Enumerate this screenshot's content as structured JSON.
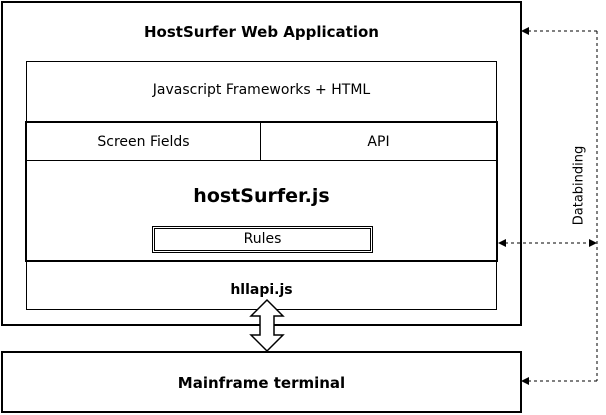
{
  "diagram": {
    "app_title": "HostSurfer Web Application",
    "frameworks_label": "Javascript Frameworks + HTML",
    "screen_fields_label": "Screen Fields",
    "api_label": "API",
    "hostsurfer_label": "hostSurfer.js",
    "rules_label": "Rules",
    "hllapi_label": "hllapi.js",
    "mainframe_label": "Mainframe terminal",
    "databinding_label": "Databinding"
  }
}
